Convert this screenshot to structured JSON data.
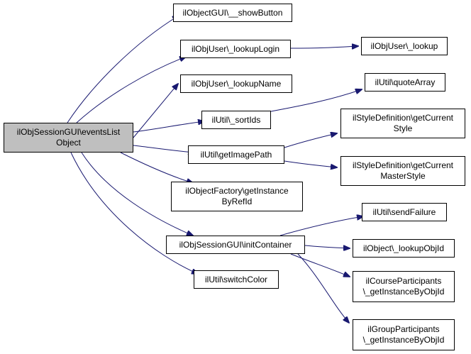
{
  "graph": {
    "edge_color": "#191970",
    "root_fill": "#bfbfbf",
    "node_fill": "#ffffff",
    "nodes": [
      {
        "id": "root",
        "lines": [
          "ilObjSessionGUI\\eventsList",
          "Object"
        ]
      },
      {
        "id": "showButton",
        "lines": [
          "ilObjectGUI\\__showButton"
        ]
      },
      {
        "id": "lookupLogin",
        "lines": [
          "ilObjUser\\_lookupLogin"
        ]
      },
      {
        "id": "lookupName",
        "lines": [
          "ilObjUser\\_lookupName"
        ]
      },
      {
        "id": "sortIds",
        "lines": [
          "ilUtil\\_sortIds"
        ]
      },
      {
        "id": "getImagePath",
        "lines": [
          "ilUtil\\getImagePath"
        ]
      },
      {
        "id": "getInstanceByRefId",
        "lines": [
          "ilObjectFactory\\getInstance",
          "ByRefId"
        ]
      },
      {
        "id": "initContainer",
        "lines": [
          "ilObjSessionGUI\\initContainer"
        ]
      },
      {
        "id": "switchColor",
        "lines": [
          "ilUtil\\switchColor"
        ]
      },
      {
        "id": "lookup",
        "lines": [
          "ilObjUser\\_lookup"
        ]
      },
      {
        "id": "quoteArray",
        "lines": [
          "ilUtil\\quoteArray"
        ]
      },
      {
        "id": "getCurrentStyle",
        "lines": [
          "ilStyleDefinition\\getCurrent",
          "Style"
        ]
      },
      {
        "id": "getCurrentMasterStyle",
        "lines": [
          "ilStyleDefinition\\getCurrent",
          "MasterStyle"
        ]
      },
      {
        "id": "sendFailure",
        "lines": [
          "ilUtil\\sendFailure"
        ]
      },
      {
        "id": "lookupObjId",
        "lines": [
          "ilObject\\_lookupObjId"
        ]
      },
      {
        "id": "courseParticipants",
        "lines": [
          "ilCourseParticipants",
          "\\_getInstanceByObjId"
        ]
      },
      {
        "id": "groupParticipants",
        "lines": [
          "ilGroupParticipants",
          "\\_getInstanceByObjId"
        ]
      }
    ],
    "edges": [
      {
        "from": "root",
        "to": "showButton"
      },
      {
        "from": "root",
        "to": "lookupLogin"
      },
      {
        "from": "root",
        "to": "lookupName"
      },
      {
        "from": "root",
        "to": "sortIds"
      },
      {
        "from": "root",
        "to": "getImagePath"
      },
      {
        "from": "root",
        "to": "getInstanceByRefId"
      },
      {
        "from": "root",
        "to": "initContainer"
      },
      {
        "from": "root",
        "to": "switchColor"
      },
      {
        "from": "lookupLogin",
        "to": "lookup"
      },
      {
        "from": "sortIds",
        "to": "quoteArray"
      },
      {
        "from": "getImagePath",
        "to": "getCurrentStyle"
      },
      {
        "from": "getImagePath",
        "to": "getCurrentMasterStyle"
      },
      {
        "from": "initContainer",
        "to": "sendFailure"
      },
      {
        "from": "initContainer",
        "to": "lookupObjId"
      },
      {
        "from": "initContainer",
        "to": "courseParticipants"
      },
      {
        "from": "initContainer",
        "to": "groupParticipants"
      }
    ]
  }
}
